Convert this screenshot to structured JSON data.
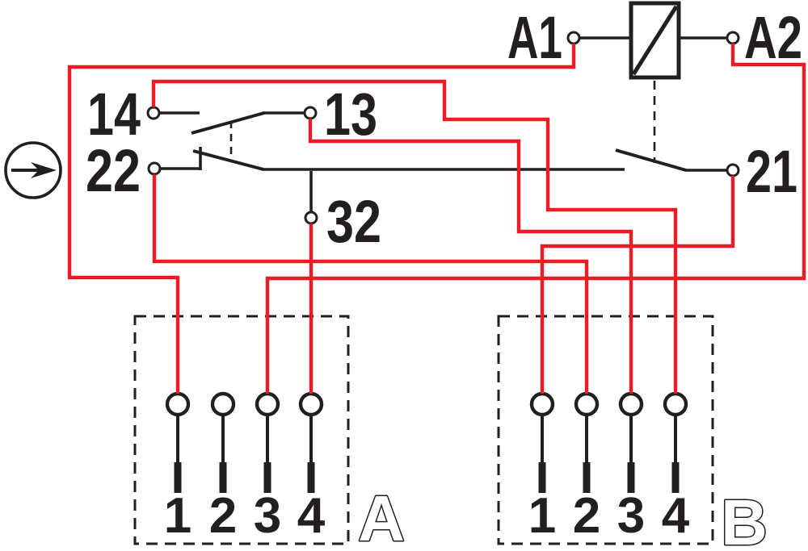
{
  "colors": {
    "wire_red": "#ED1C24",
    "line_black": "#231F20",
    "background": "#FFFFFF"
  },
  "coil": {
    "terminal_a1": "A1",
    "terminal_a2": "A2"
  },
  "contacts": {
    "no_contact": {
      "t14": "14",
      "t13": "13"
    },
    "nc_contact": {
      "t22": "22",
      "t21": "21",
      "t32": "32"
    }
  },
  "connector_a": {
    "label": "A",
    "pins": [
      "1",
      "2",
      "3",
      "4"
    ]
  },
  "connector_b": {
    "label": "B",
    "pins": [
      "1",
      "2",
      "3",
      "4"
    ]
  },
  "symbols": {
    "flow_arrow_icon": "circle-with-right-arrow",
    "relay_coil_icon": "rectangle-with-diagonal"
  }
}
